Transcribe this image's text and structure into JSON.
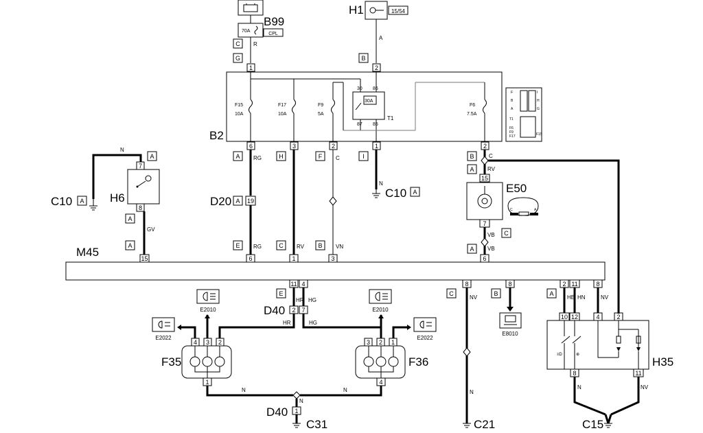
{
  "components": {
    "B99": "B99",
    "H1": "H1",
    "B2": "B2",
    "H6": "H6",
    "C10": "C10",
    "D20": "D20",
    "E50": "E50",
    "M45": "M45",
    "D40": "D40",
    "F35": "F35",
    "F36": "F36",
    "H35": "H35",
    "C31": "C31",
    "C21": "C21",
    "C15": "C15",
    "T1": "T1"
  },
  "labels": {
    "fuse_70a": "70A",
    "cpl": "CPL",
    "ignition": "15/54",
    "f15": "F15",
    "f15_amp": "10A",
    "f17": "F17",
    "f17_amp": "10A",
    "f9": "F9",
    "f9_amp": "5A",
    "f6": "F6",
    "f6_amp": "7.5A",
    "relay_amp": "30A",
    "r30": "30",
    "r86": "86",
    "r87": "87",
    "r85": "85"
  },
  "connector_letters": {
    "c1": "C",
    "g1": "G",
    "b1": "B",
    "a_b2_6": "A",
    "h_b2_3": "H",
    "f_b2_2": "F",
    "i_b2_1": "I",
    "b_b2_r": "B",
    "a_e50": "A",
    "c_e50": "C",
    "a_e50b": "A",
    "a_h6_top": "A",
    "a_c10l": "A",
    "a_h6_bot": "A",
    "a_m45l": "A",
    "a_d20": "A",
    "e_m45": "E",
    "c_m45": "C",
    "b_m45": "B",
    "a_c10r": "A",
    "e_d40": "E",
    "c_c21": "C",
    "b_e8010": "B",
    "a_h35": "A"
  },
  "wire_codes": {
    "r": "R",
    "a": "A",
    "n_h6": "N",
    "rg1": "RG",
    "c_f9": "C",
    "n_c10": "N",
    "rv_e50": "RV",
    "c_e50": "C",
    "gv": "GV",
    "vb1": "VB",
    "rg2": "RG",
    "rv_m45": "RV",
    "vn": "VN",
    "vb2": "VB",
    "hr1": "HR",
    "hg1": "HG",
    "hr2": "HR",
    "hg2": "HG",
    "nv_c21": "NV",
    "hb": "HB",
    "hn": "HN",
    "nv_h35": "NV",
    "n_f35": "N",
    "n_f36": "N",
    "n_d40": "N",
    "n_c21": "N",
    "n_h35": "N",
    "nv_h35b": "NV"
  },
  "pins": {
    "b2_1": "1",
    "b2_2t": "2",
    "b2_6": "6",
    "b2_3": "3",
    "b2_2": "2",
    "b2_1b": "1",
    "b2_2r": "2",
    "h6_7": "7",
    "h6_8": "8",
    "d20_19": "19",
    "e50_15": "15",
    "e50_7": "7",
    "m45_15": "15",
    "m45_6a": "6",
    "m45_1": "1",
    "m45_3": "3",
    "m45_6b": "6",
    "m45_11": "11",
    "m45_4": "4",
    "m45_8a": "8",
    "m45_8b": "8",
    "m45_2": "2",
    "m45_11b": "11",
    "m45_8c": "8",
    "d40_2": "2",
    "d40_7": "7",
    "d40_1": "1",
    "f35_4": "4",
    "f35_3": "3",
    "f35_2": "2",
    "f35_1": "1",
    "f36_3": "3",
    "f36_2": "2",
    "f36_1": "1",
    "f36_4": "4",
    "h35_10": "10",
    "h35_12": "12",
    "h35_4": "4",
    "h35_2": "2",
    "h35_8": "8",
    "h35_11": "11"
  },
  "refs": {
    "e2010_l": "E2010",
    "e2010_r": "E2010",
    "e2022_l": "E2022",
    "e2022_r": "E2022",
    "e8010": "E8010"
  },
  "inset": {
    "f": "F",
    "i": "I",
    "b": "B",
    "h": "H",
    "a": "A",
    "g": "G",
    "t1": "T1",
    "f6": "F6",
    "f9": "F9",
    "f17": "F17",
    "f15": "F15"
  },
  "e50_inset": {
    "c": "C",
    "a": "A"
  }
}
